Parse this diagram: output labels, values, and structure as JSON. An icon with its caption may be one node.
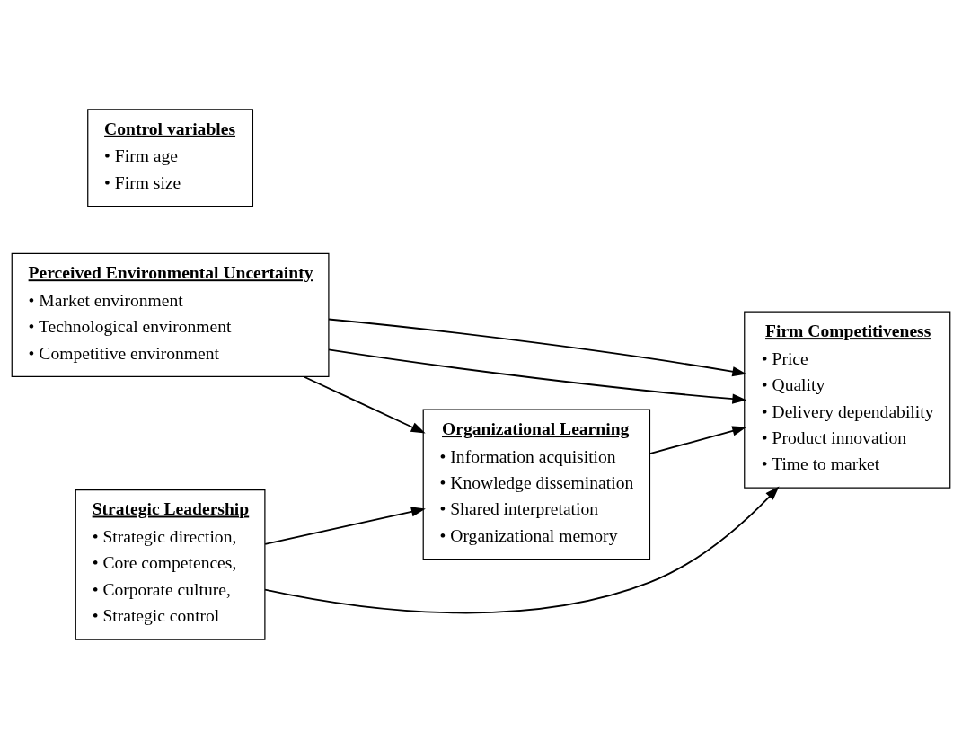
{
  "diagram": {
    "nodes": [
      {
        "text": [
          "Perceived Environmental Uncertainty",
          "• Market environment",
          "• Technological environment",
          "• Competitive environment"
        ]
      },
      {
        "text": [
          "Organizational Learning",
          "• Information acquisition",
          "• Knowledge dissemination",
          "• Shared interpretation",
          "• Organizational memory"
        ]
      },
      {
        "text": [
          "Strategic Leadership",
          "• Strategic direction,",
          "• Core competences,",
          "• Corporate culture,",
          "• Strategic control"
        ]
      },
      {
        "text": [
          "Firm Competitiveness",
          "• Price",
          "• Quality",
          "• Delivery dependability",
          "• Product innovation",
          "• Time to market"
        ]
      },
      {
        "text": [
          "Control variables",
          "• Firm age",
          "• Firm size"
        ]
      }
    ],
    "edges": [
      {
        "from": 0,
        "to": 1,
        "arrow": "to"
      },
      {
        "from": 0,
        "to": 3,
        "arrow": "to"
      },
      {
        "from": 0,
        "to": 3,
        "arrow": "to"
      },
      {
        "from": 2,
        "to": 1,
        "arrow": "to"
      },
      {
        "from": 1,
        "to": 3,
        "arrow": "to"
      },
      {
        "from": 2,
        "to": 3,
        "arrow": "to"
      }
    ]
  }
}
